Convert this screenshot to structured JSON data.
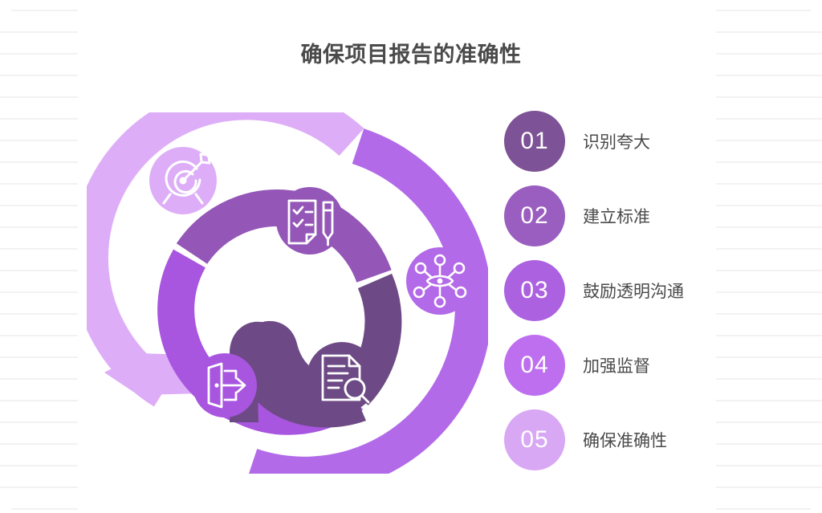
{
  "header": {
    "title": "确保项目报告的准确性"
  },
  "colors": {
    "step1": "#7d5296",
    "step2": "#9a5ec0",
    "step3": "#ac62e0",
    "step4": "#bd6ff0",
    "step5": "#d9a8f5",
    "outer_arc_light": "#ddaef7",
    "outer_arc_mid": "#b36ae8",
    "inner_ring_top": "#9457b8",
    "inner_ring_left": "#a855e0",
    "inner_ring_dark": "#6d4a85",
    "center_swoosh": "#6d4a85",
    "text": "#4a4a4a",
    "rule_line": "#f2f2f4",
    "page_background": "#ffffff"
  },
  "legend": {
    "items": [
      {
        "number": "01",
        "label": "识别夸大",
        "color": "#7d5296"
      },
      {
        "number": "02",
        "label": "建立标准",
        "color": "#9a5ec0"
      },
      {
        "number": "03",
        "label": "鼓励透明沟通",
        "color": "#ac62e0"
      },
      {
        "number": "04",
        "label": "加强监督",
        "color": "#bd6ff0"
      },
      {
        "number": "05",
        "label": "确保准确性",
        "color": "#d9a8f5"
      }
    ]
  },
  "diagram": {
    "type": "circular-process",
    "icons": [
      {
        "name": "target-arrow-icon",
        "badge_color": "#ddaef7",
        "position": "outer-upper-left"
      },
      {
        "name": "network-eye-icon",
        "badge_color": "#b36ae8",
        "position": "outer-right"
      },
      {
        "name": "checklist-pen-icon",
        "badge_color": "#9457b8",
        "position": "inner-top"
      },
      {
        "name": "document-search-icon",
        "badge_color": "#6d4a85",
        "position": "inner-bottom-right"
      },
      {
        "name": "exit-door-icon",
        "badge_color": "#a855e0",
        "position": "inner-bottom-left"
      }
    ],
    "outer_arc_label": "process-loop-arrow",
    "segments": 5
  }
}
